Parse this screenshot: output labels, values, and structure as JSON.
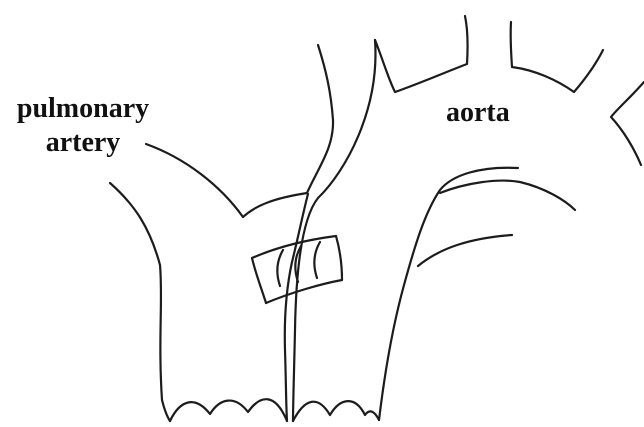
{
  "labels": {
    "pulmonary_line1": "pulmonary",
    "pulmonary_line2": "artery",
    "aorta": "aorta"
  }
}
